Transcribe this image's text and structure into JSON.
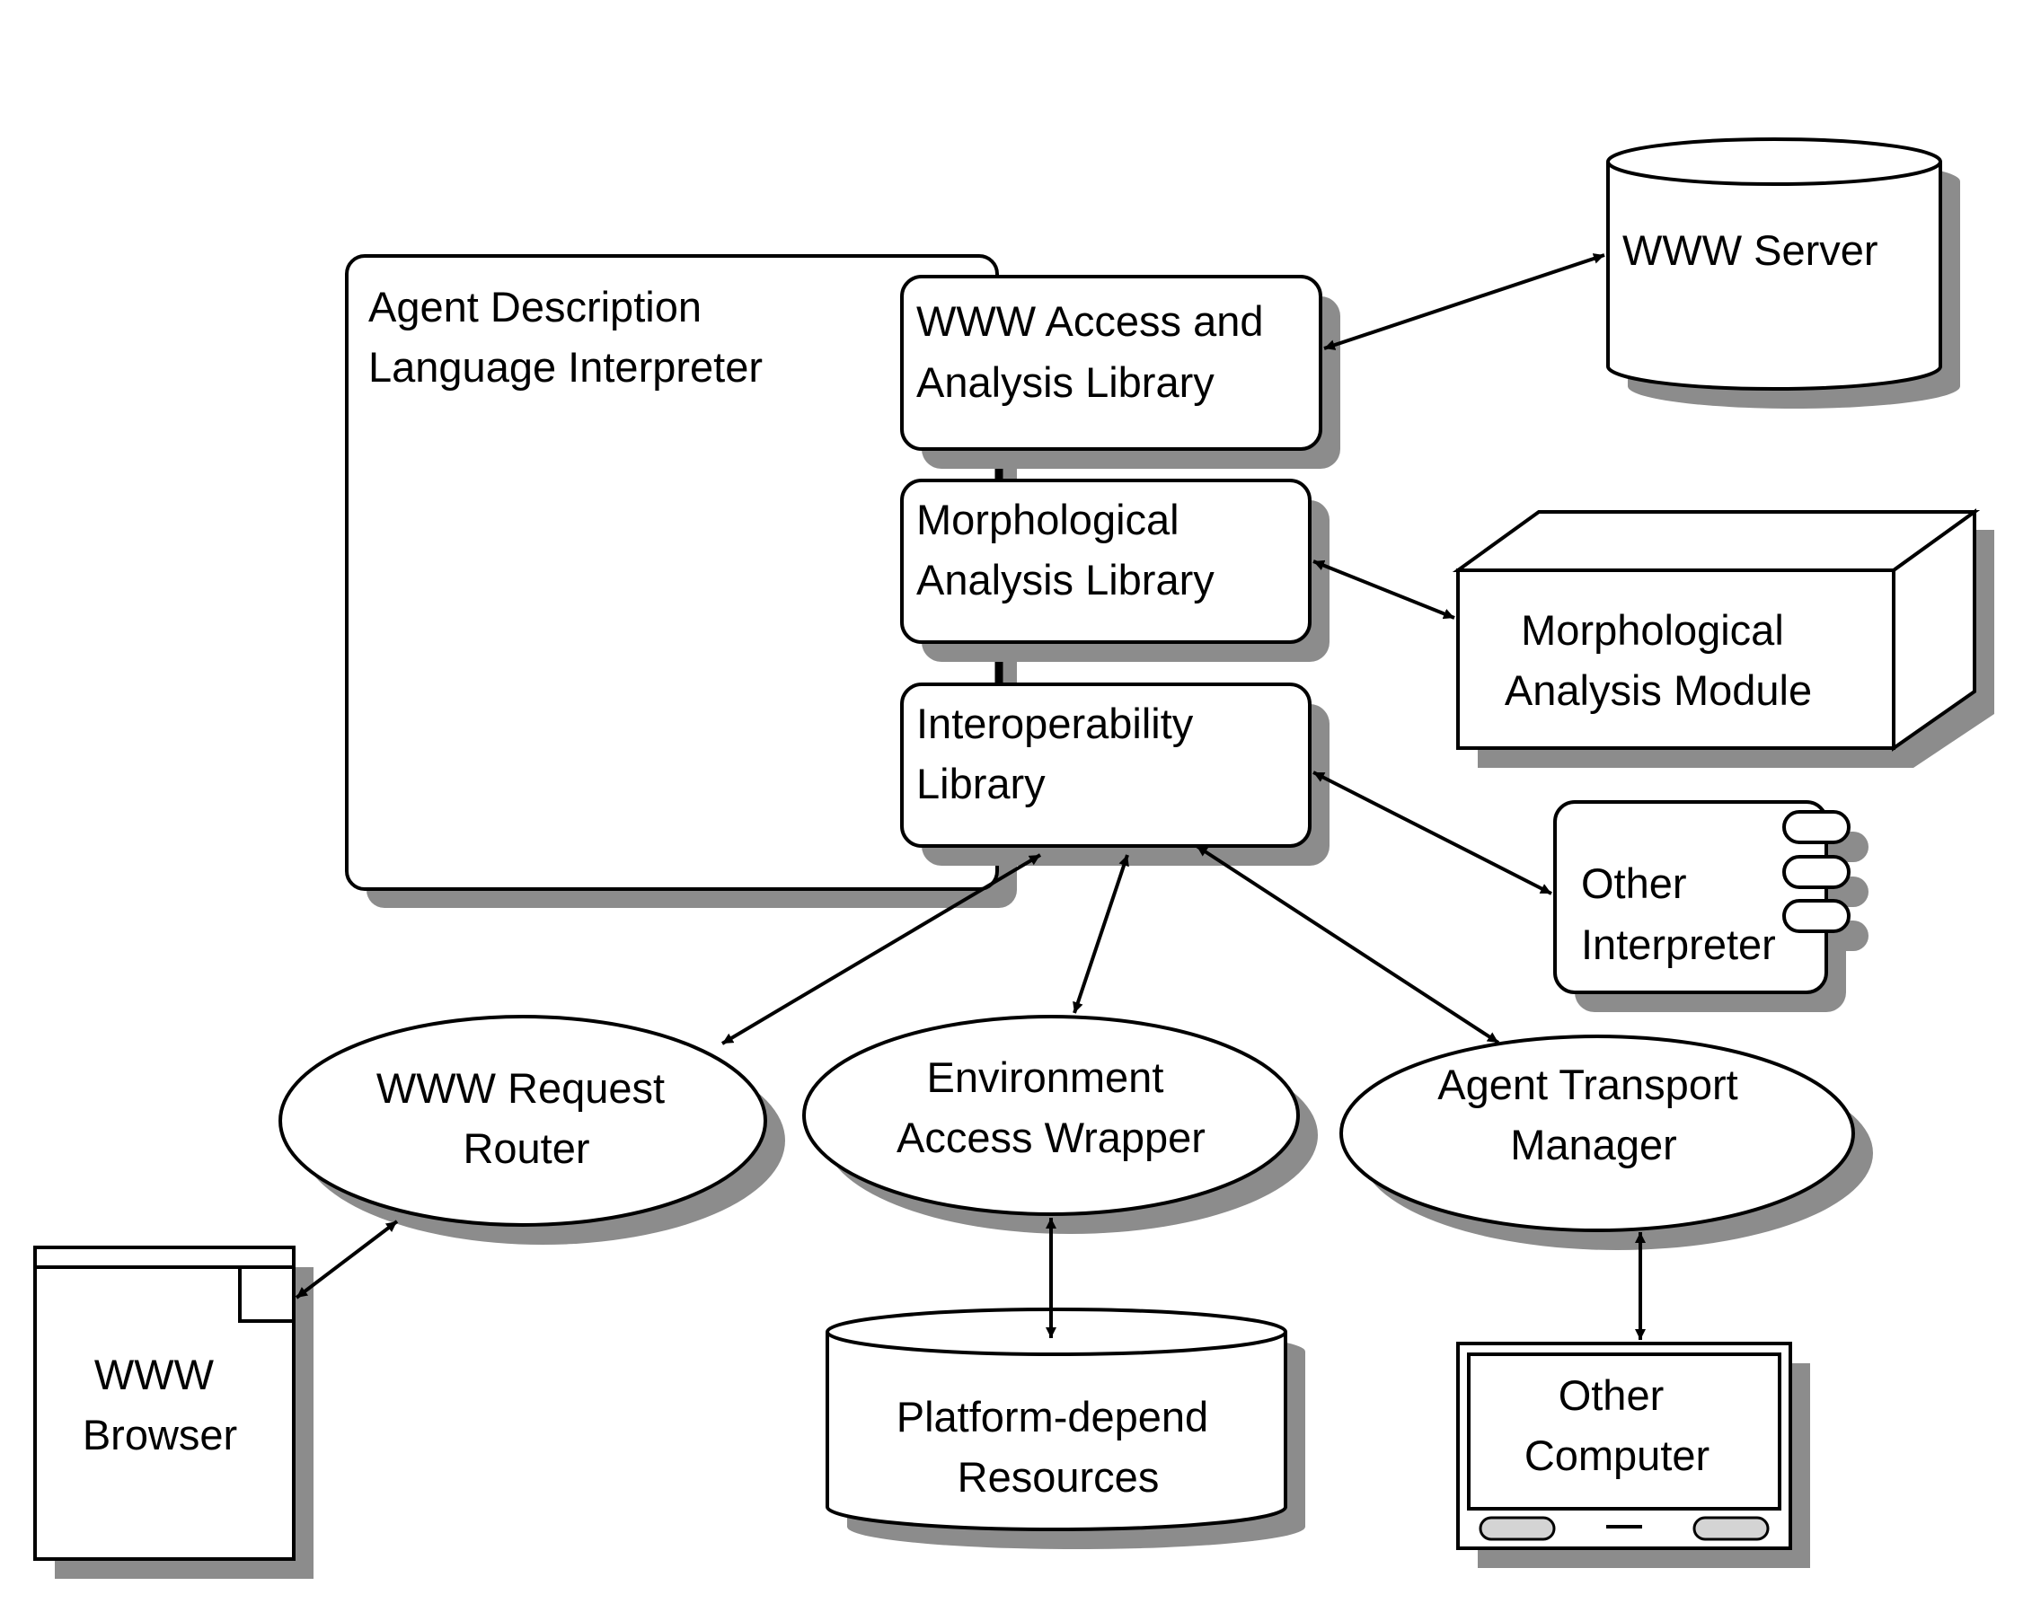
{
  "nodes": {
    "adl_interpreter": {
      "lines": [
        "Agent Description",
        "Language Interpreter"
      ]
    },
    "www_access_library": {
      "lines": [
        "WWW Access and",
        "Analysis Library"
      ]
    },
    "morph_library": {
      "lines": [
        "Morphological",
        "Analysis Library"
      ]
    },
    "interop_library": {
      "lines": [
        "Interoperability",
        "Library"
      ]
    },
    "www_server": {
      "lines": [
        "WWW Server"
      ]
    },
    "morph_module": {
      "lines": [
        "Morphological",
        "Analysis Module"
      ]
    },
    "other_interpreter": {
      "lines": [
        "Other",
        "Interpreter"
      ]
    },
    "www_request_router": {
      "lines": [
        "WWW Request",
        "Router"
      ]
    },
    "env_access_wrapper": {
      "lines": [
        "Environment",
        "Access Wrapper"
      ]
    },
    "agent_transport_manager": {
      "lines": [
        "Agent Transport",
        "Manager"
      ]
    },
    "www_browser": {
      "lines": [
        "WWW",
        "Browser"
      ]
    },
    "platform_resources": {
      "lines": [
        "Platform-depend",
        "Resources"
      ]
    },
    "other_computer": {
      "lines": [
        "Other",
        "Computer"
      ]
    }
  },
  "edges": [
    {
      "from": "www_access_library",
      "to": "www_server",
      "direction": "both"
    },
    {
      "from": "morph_library",
      "to": "morph_module",
      "direction": "both"
    },
    {
      "from": "interop_library",
      "to": "other_interpreter",
      "direction": "both"
    },
    {
      "from": "interop_library",
      "to": "www_request_router",
      "direction": "both"
    },
    {
      "from": "interop_library",
      "to": "env_access_wrapper",
      "direction": "both"
    },
    {
      "from": "interop_library",
      "to": "agent_transport_manager",
      "direction": "both"
    },
    {
      "from": "www_request_router",
      "to": "www_browser",
      "direction": "both"
    },
    {
      "from": "env_access_wrapper",
      "to": "platform_resources",
      "direction": "both"
    },
    {
      "from": "agent_transport_manager",
      "to": "other_computer",
      "direction": "both"
    }
  ],
  "colors": {
    "shadow": "#8c8c8c",
    "stroke": "#000000",
    "fill": "#ffffff",
    "button": "#d4d4d4"
  }
}
